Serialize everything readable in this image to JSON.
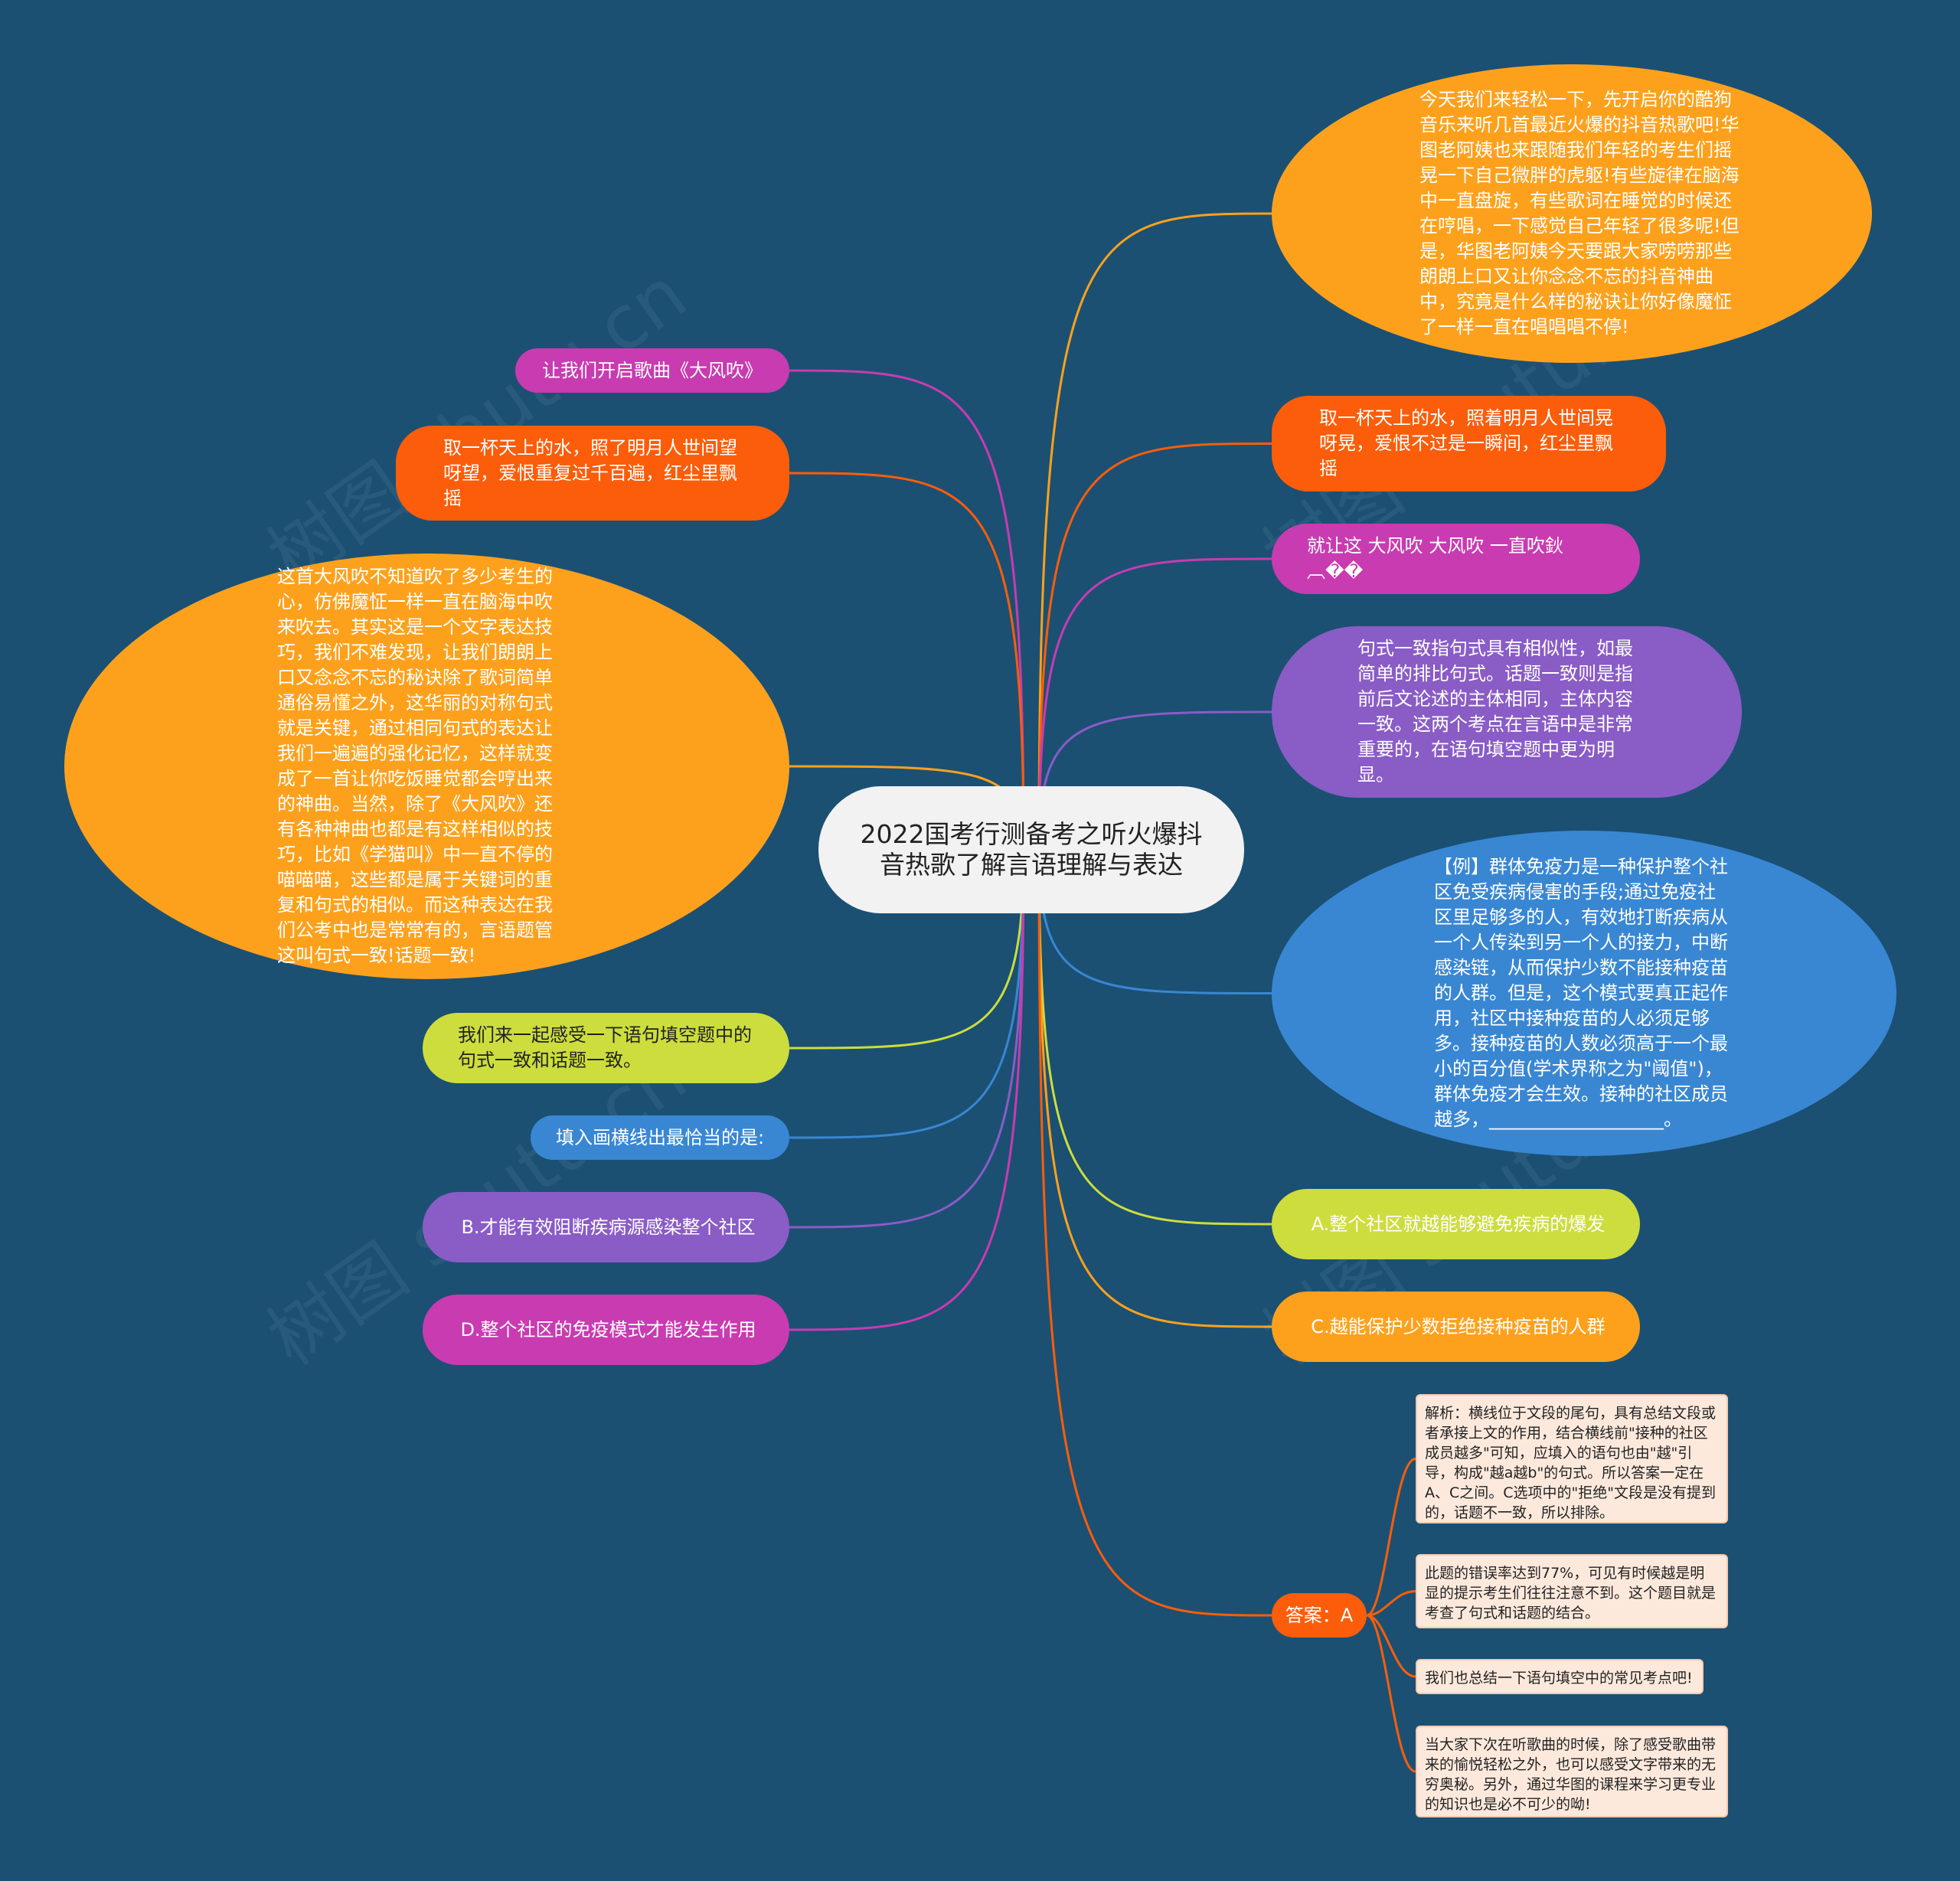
{
  "root": {
    "title": "2022国考行测备考之听火爆抖音热歌了解言语理解与表达"
  },
  "nodes": {
    "intro": "今天我们来轻松一下，先开启你的酷狗音乐来听几首最近火爆的抖音热歌吧!华图老阿姨也来跟随我们年轻的考生们摇晃一下自己微胖的虎躯!有些旋律在脑海中一直盘旋，有些歌词在睡觉的时候还在哼唱，一下感觉自己年轻了很多呢!但是，华图老阿姨今天要跟大家唠唠那些朗朗上口又让你念念不忘的抖音神曲中，究竟是什么样的秘诀让你好像魔怔了一样一直在唱唱唱不停!",
    "lyric_right": "取一杯天上的水，照着明月人世间晃呀晃，爱恨不过是一瞬间，红尘里飘摇",
    "wind": "就让这 大风吹 大风吹 一直吹鈥︹��",
    "consistency": "句式一致指句式具有相似性，如最简单的排比句式。话题一致则是指前后文论述的主体相同，主体内容一致。这两个考点在言语中是非常重要的，在语句填空题中更为明显。",
    "example": "【例】群体免疫力是一种保护整个社区免受疾病侵害的手段;通过免疫社区里足够多的人，有效地打断疾病从一个人传染到另一个人的接力，中断感染链，从而保护少数不能接种疫苗的人群。但是，这个模式要真正起作用，社区中接种疫苗的人必须足够多。接种疫苗的人数必须高于一个最小的百分值(学术界称之为\"阈值\")，群体免疫才会生效。接种的社区成员越多，___________________。",
    "option_a": "A.整个社区就越能够避免疾病的爆发",
    "option_c": "C.越能保护少数拒绝接种疫苗的人群",
    "answer": "答案：A",
    "song_open": "让我们开启歌曲《大风吹》",
    "lyric_left": "取一杯天上的水，照了明月人世间望呀望，爱恨重复过千百遍，红尘里飘摇",
    "analysis_big": "这首大风吹不知道吹了多少考生的心，仿佛魔怔一样一直在脑海中吹来吹去。其实这是一个文字表达技巧，我们不难发现，让我们朗朗上口又念念不忘的秘诀除了歌词简单通俗易懂之外，这华丽的对称句式就是关键，通过相同句式的表达让我们一遍遍的强化记忆，这样就变成了一首让你吃饭睡觉都会哼出来的神曲。当然，除了《大风吹》还有各种神曲也都是有这样相似的技巧，比如《学猫叫》中一直不停的喵喵喵，这些都是属于关键词的重复和句式的相似。而这种表达在我们公考中也是常常有的，言语题管这叫句式一致!话题一致!",
    "feel": "我们来一起感受一下语句填空题中的句式一致和话题一致。",
    "fill": "填入画横线出最恰当的是:",
    "option_b": "B.才能有效阻断疾病源感染整个社区",
    "option_d": "D.整个社区的免疫模式才能发生作用"
  },
  "notes": {
    "explain": "解析：横线位于文段的尾句，具有总结文段或者承接上文的作用，结合横线前\"接种的社区成员越多\"可知，应填入的语句也由\"越\"引导，构成\"越a越b\"的句式。所以答案一定在A、C之间。C选项中的\"拒绝\"文段是没有提到的，话题不一致，所以排除。",
    "error_rate": "此题的错误率达到77%，可见有时候越是明显的提示考生们往往注意不到。这个题目就是考查了句式和话题的结合。",
    "summary": "我们也总结一下语句填空中的常见考点吧!",
    "closing": "当大家下次在听歌曲的时候，除了感受歌曲带来的愉悦轻松之外，也可以感受文字带来的无穷奥秘。另外，通过华图的课程来学习更专业的知识也是必不可少的呦!"
  },
  "colors": {
    "background": "#1b5073",
    "orange": "#fda11d",
    "red": "#fb5d0a",
    "magenta": "#c93bb0",
    "purple": "#8a5cc6",
    "blue": "#3987d3",
    "lime": "#cddd3d",
    "root": "#f2f2f2",
    "note": "#fde9dc"
  }
}
